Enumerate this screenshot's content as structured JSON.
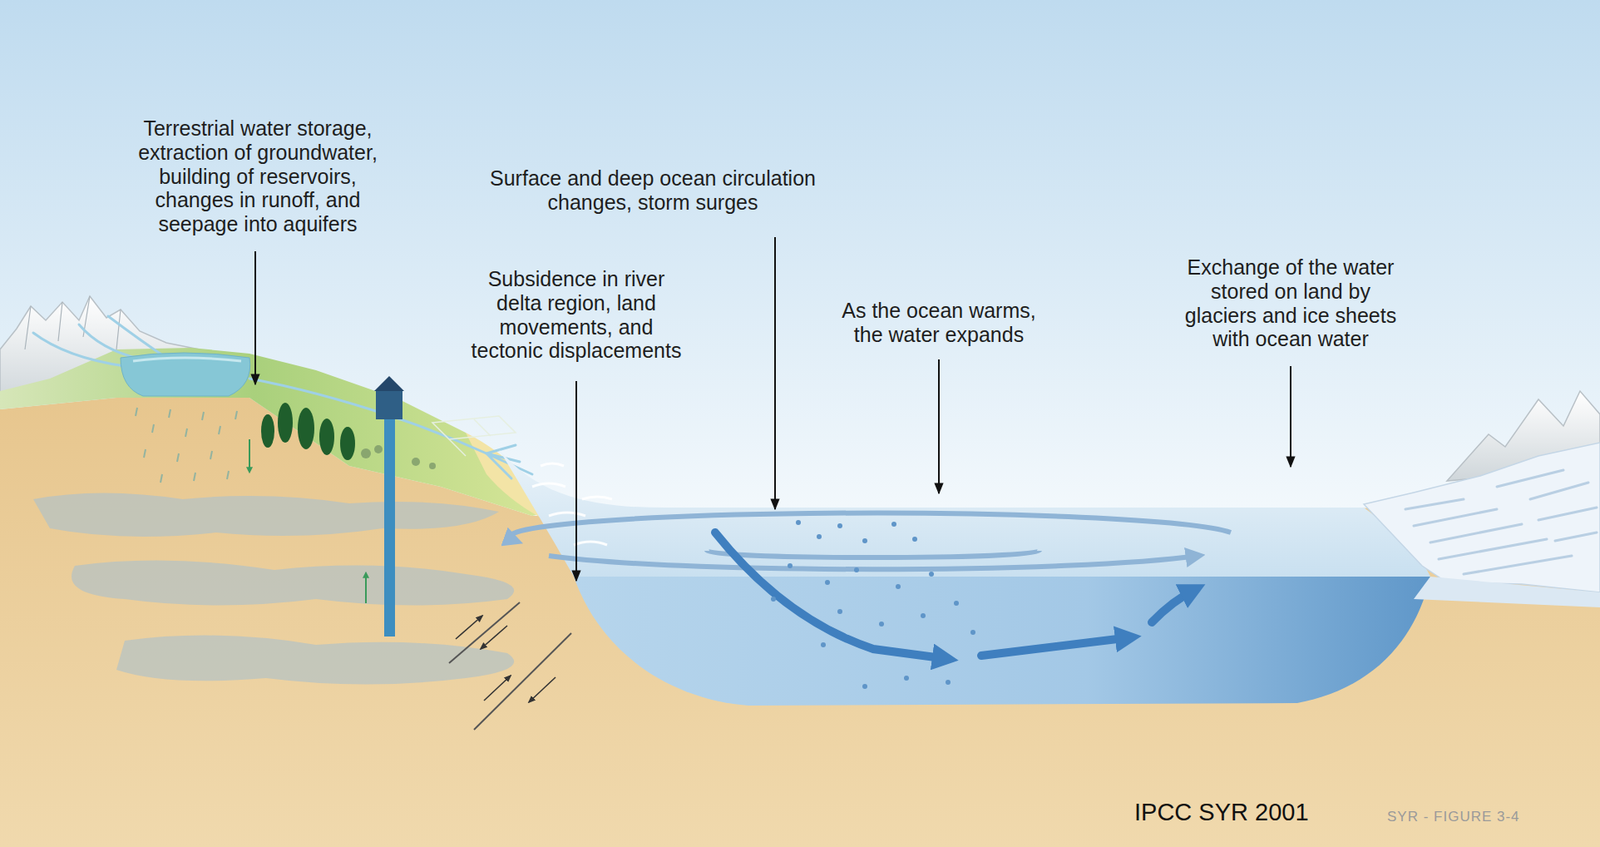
{
  "diagram": {
    "labels": [
      "Terrestrial water storage, extraction of groundwater, building of reservoirs, changes in runoff, and seepage into aquifers",
      "Surface and deep ocean circulation changes, storm surges",
      "Subsidence in river delta region, land movements, and tectonic displacements",
      "As the ocean warms, the water expands",
      "Exchange of the water stored on land by glaciers and ice sheets with ocean water",
      "IPCC SYR 2001",
      "SYR - FIGURE 3-4"
    ]
  }
}
